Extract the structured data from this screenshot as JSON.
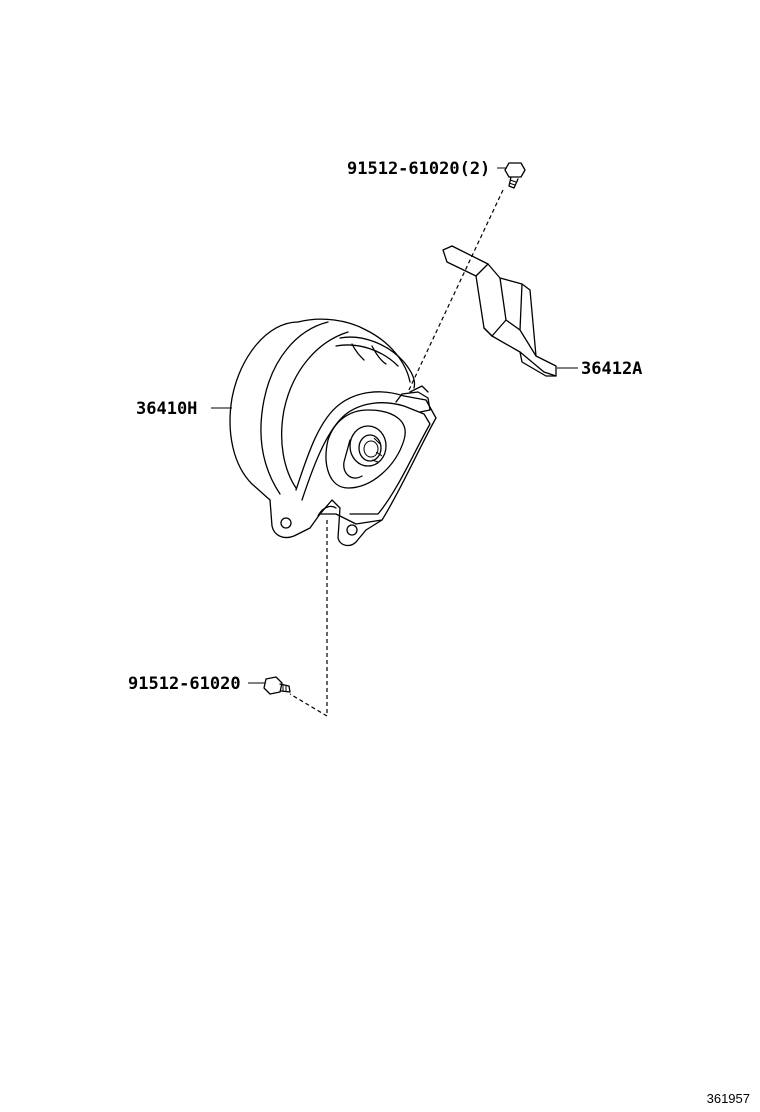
{
  "parts": {
    "bolt_top_label": "91512-61020(2)",
    "bracket_label": "36412A",
    "vacuum_pump_label": "36410H",
    "bolt_bottom_label": "91512-61020"
  },
  "figure_ref": "361957"
}
